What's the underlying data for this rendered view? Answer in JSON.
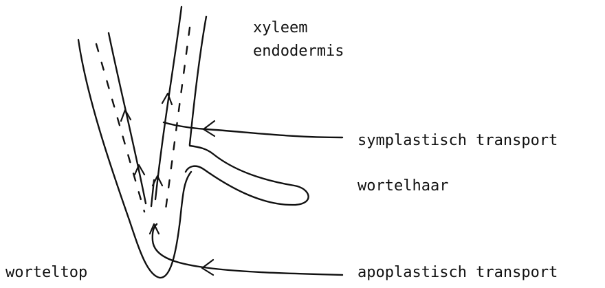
{
  "labels": {
    "xyleem": "xyleem",
    "endodermis": "endodermis",
    "symplastisch_transport": "symplastisch transport",
    "wortelhaar": "wortelhaar",
    "worteltop": "worteltop",
    "apoplastisch_transport": "apoplastisch transport"
  }
}
